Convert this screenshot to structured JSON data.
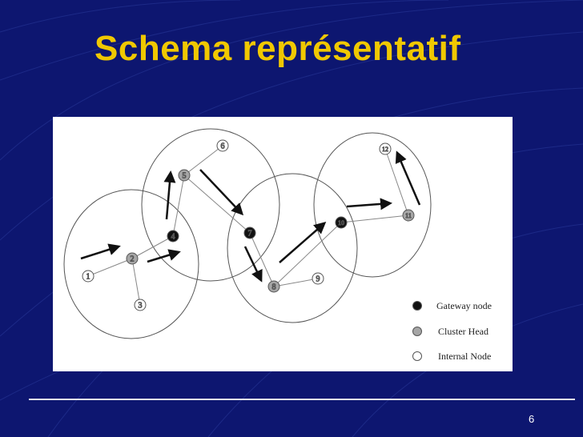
{
  "slide": {
    "title": "Schema représentatif",
    "page_number": "6"
  },
  "diagram": {
    "nodes": [
      {
        "id": "1",
        "type": "internal"
      },
      {
        "id": "2",
        "type": "cluster-head"
      },
      {
        "id": "3",
        "type": "internal"
      },
      {
        "id": "4",
        "type": "gateway"
      },
      {
        "id": "5",
        "type": "cluster-head"
      },
      {
        "id": "6",
        "type": "internal"
      },
      {
        "id": "7",
        "type": "gateway"
      },
      {
        "id": "8",
        "type": "cluster-head"
      },
      {
        "id": "9",
        "type": "internal"
      },
      {
        "id": "10",
        "type": "gateway"
      },
      {
        "id": "11",
        "type": "cluster-head"
      },
      {
        "id": "12",
        "type": "internal"
      }
    ],
    "edges": [
      [
        "1",
        "2"
      ],
      [
        "2",
        "3"
      ],
      [
        "2",
        "4"
      ],
      [
        "4",
        "5"
      ],
      [
        "5",
        "6"
      ],
      [
        "5",
        "7"
      ],
      [
        "7",
        "8"
      ],
      [
        "8",
        "9"
      ],
      [
        "8",
        "10"
      ],
      [
        "10",
        "11"
      ],
      [
        "11",
        "12"
      ]
    ],
    "legend": [
      {
        "type": "gateway",
        "label": "Gateway node",
        "color": "#111111"
      },
      {
        "type": "cluster-head",
        "label": "Cluster Head",
        "color": "#a6a6a6"
      },
      {
        "type": "internal",
        "label": "Internal Node",
        "color": "#ffffff"
      }
    ]
  },
  "colors": {
    "background": "#0d1670",
    "title": "#f0c800"
  }
}
